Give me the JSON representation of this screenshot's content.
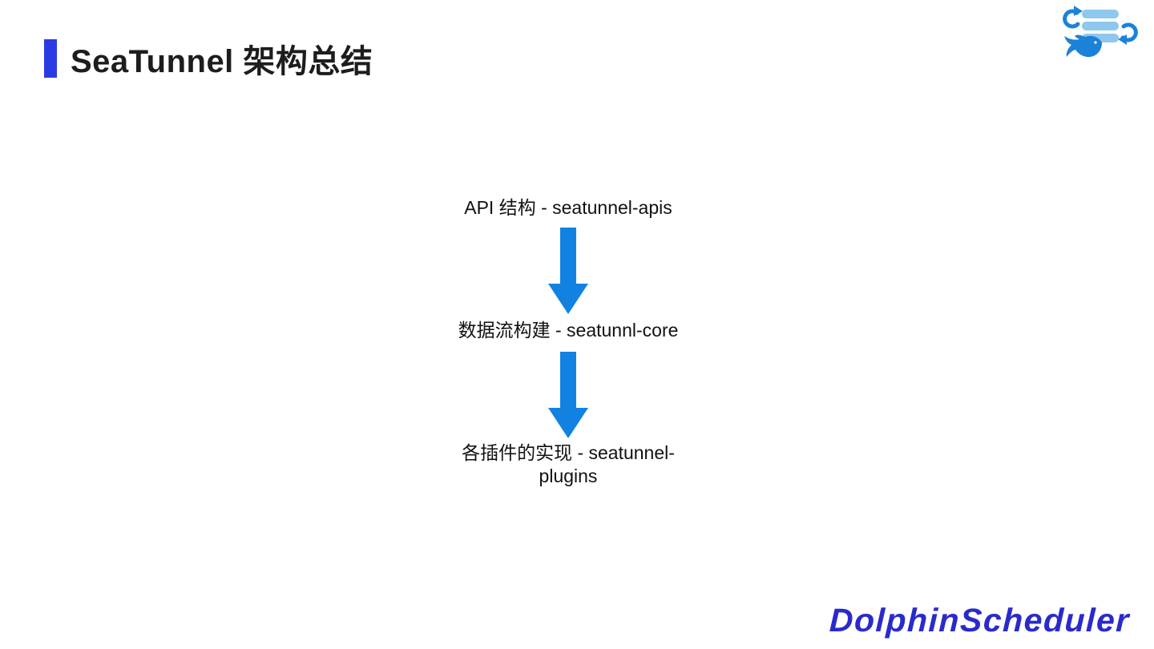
{
  "slide": {
    "title": "SeaTunnel 架构总结",
    "accent_color": "#2B3BE3",
    "background_color": "#FFFFFF",
    "title_color": "#1D1D1F"
  },
  "flow": {
    "arrow_color": "#1282E2",
    "steps": [
      {
        "label": "API 结构 - seatunnel-apis"
      },
      {
        "label": "数据流构建 - seatunnl-core"
      },
      {
        "label": "各插件的实现 - seatunnel-plugins"
      }
    ]
  },
  "branding": {
    "wordmark": "DolphinScheduler",
    "wordmark_color": "#2A2ACC",
    "logo": {
      "icon_name": "dolphinscheduler-logo",
      "pill_color": "#8FC7EE",
      "arrow_color": "#1C82D8",
      "dolphin_color": "#1C82D8"
    }
  }
}
